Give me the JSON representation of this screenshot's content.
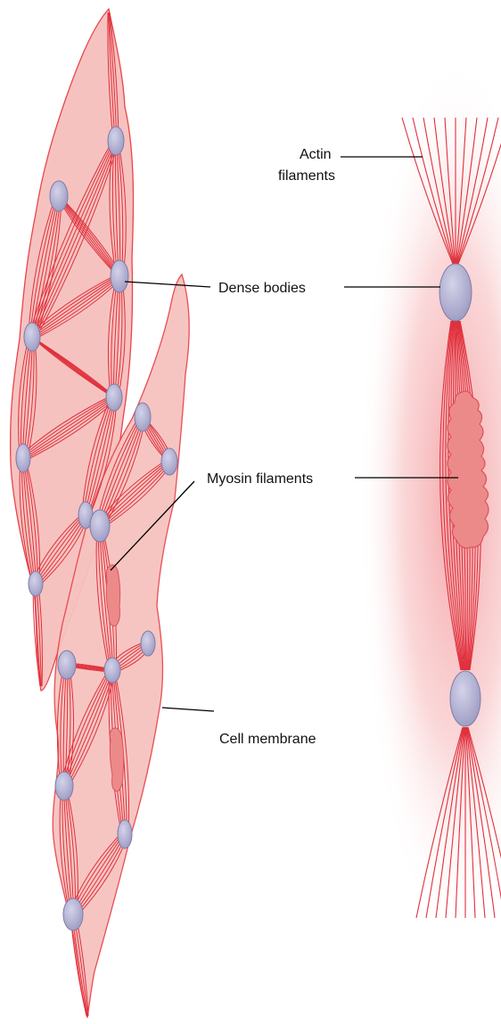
{
  "labels": {
    "actin_line1": "Actin",
    "actin_line2": "filaments",
    "dense_bodies": "Dense bodies",
    "myosin_filaments": "Myosin filaments",
    "cell_membrane": "Cell membrane"
  },
  "colors": {
    "cell_fill": "#f6c2bf",
    "cell_stroke": "#e8454c",
    "filament": "#e0303c",
    "dense_body": "#a7a6c8",
    "dense_body_stroke": "#7e7ca6",
    "myosin_fill": "#ec8a8a",
    "myosin_stroke": "#d9545c",
    "glow": "#f39a9d",
    "leader_line": "#000000"
  }
}
